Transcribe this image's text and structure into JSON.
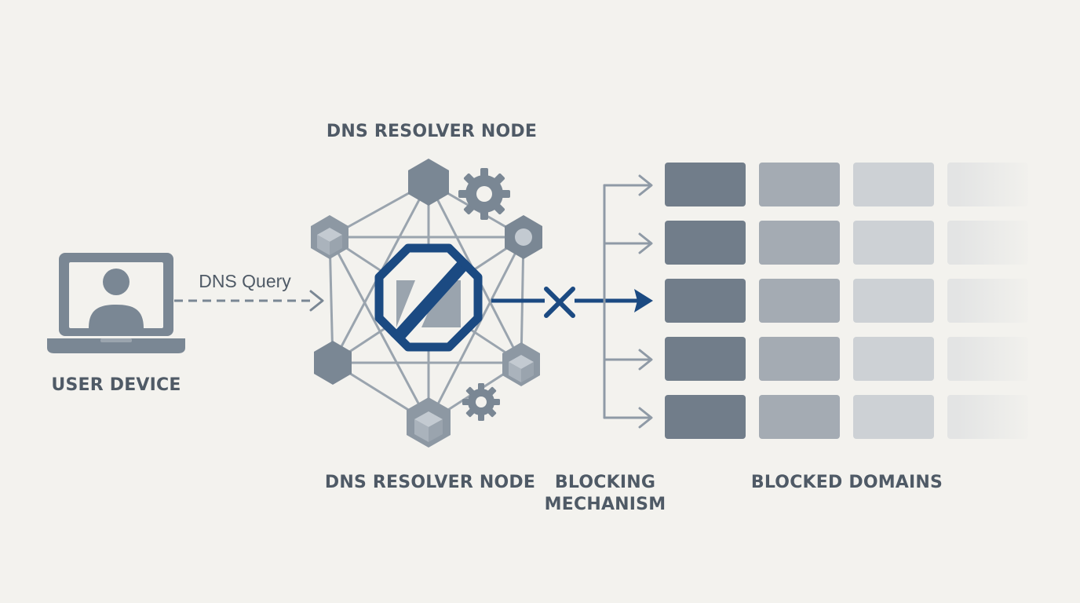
{
  "colors": {
    "background": "#f3f2ee",
    "label": "#4f5a66",
    "gray_dark": "#7a8794",
    "gray_light": "#b7c0c9",
    "connector": "#8f9aa6",
    "accent_blue": "#1b4a82",
    "domain_shades": [
      "#717d8a",
      "#a4abb3",
      "#cdd1d5",
      "#e3e4e4"
    ]
  },
  "labels": {
    "resolver_top": "DNS RESOLVER NODE",
    "resolver_bottom": "DNS RESOLVER NODE",
    "user_device": "USER DEVICE",
    "dns_query": "DNS Query",
    "blocking_line1": "BLOCKING",
    "blocking_line2": "MECHANISM",
    "blocked_domains": "BLOCKED DOMAINS"
  },
  "icons": {
    "device": "laptop-user-icon",
    "block": "prohibition-octagon-icon",
    "gear": "gear-icon",
    "cross": "x-mark-icon"
  },
  "domains_grid": {
    "rows": 5,
    "columns": 4
  }
}
